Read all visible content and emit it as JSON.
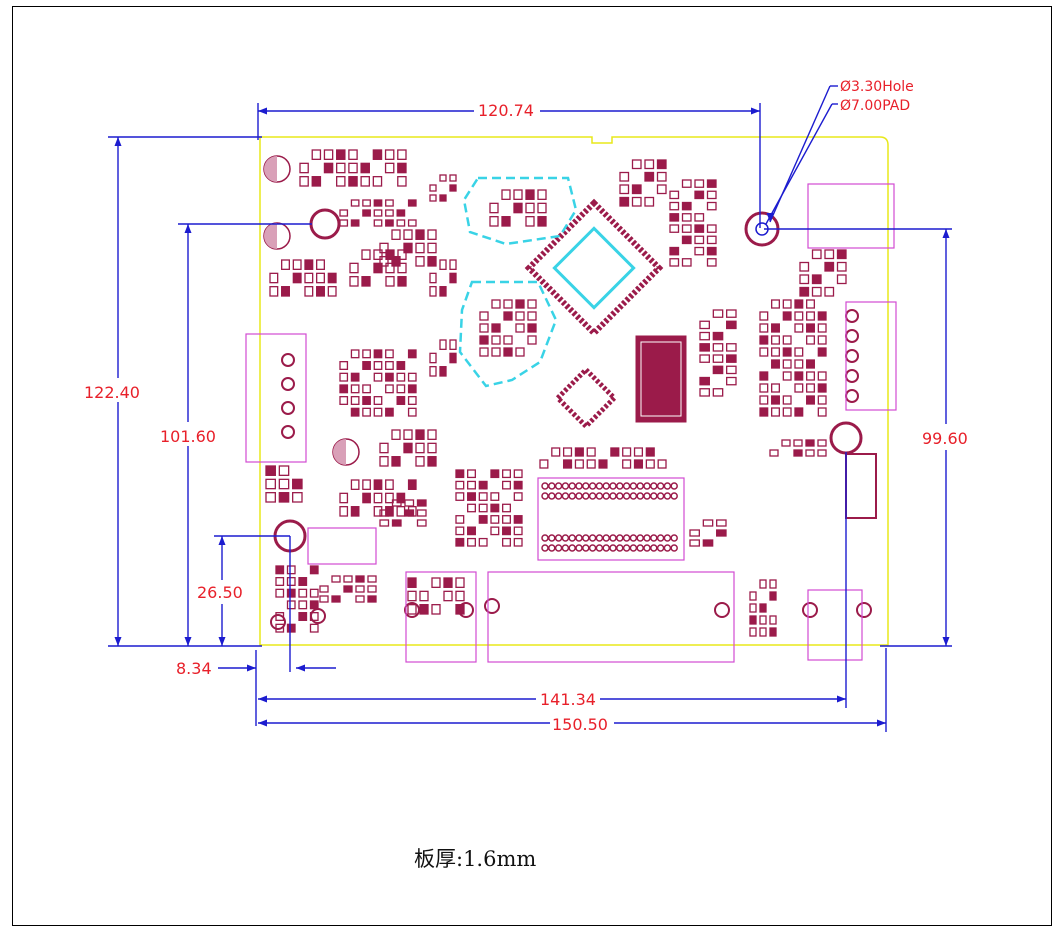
{
  "dimensions": {
    "top_width": "120.74",
    "hole_label": "Ø3.30Hole",
    "pad_label": "Ø7.00PAD",
    "left_height_outer": "122.40",
    "left_height_inner": "101.60",
    "left_small_height": "26.50",
    "right_height": "99.60",
    "left_offset": "8.34",
    "bottom_width_inner": "141.34",
    "bottom_width_outer": "150.50"
  },
  "board_thickness": "板厚:1.6mm",
  "colors": {
    "dimension_line": "#1c1ccf",
    "dimension_text": "#e8202a",
    "board_outline": "#e8e81a",
    "component": "#9b1b4a",
    "silkscreen": "#d24bd2",
    "highlight": "#39d3e6"
  }
}
